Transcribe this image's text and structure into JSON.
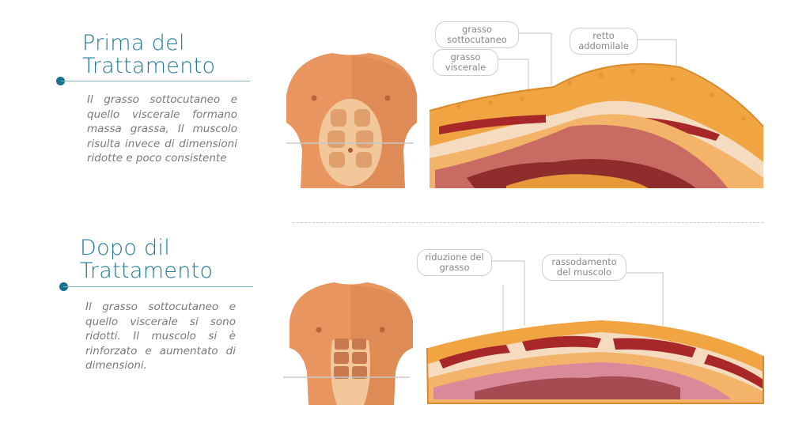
{
  "before": {
    "title_line1": "Prima del",
    "title_line2": "Trattamento",
    "description": "Il grasso sottocutaneo e quello viscerale formano massa grassa, Il muscolo risulta invece di dimensioni ridotte e poco consistente",
    "labels": {
      "subcutaneous": "grasso sottocutaneo",
      "visceral": "grasso viscerale",
      "rectus": "retto addomilale"
    }
  },
  "after": {
    "title_line1": "Dopo dil",
    "title_line2": "Trattamento",
    "description": "Il grasso sottocutaneo e quello viscerale si sono ridotti. Il muscolo si è rinforzato e aumentato di dimensioni.",
    "labels": {
      "fat_reduction": "riduzione del grasso",
      "muscle_firming": "rassodamento del muscolo"
    }
  },
  "colors": {
    "accent": "#1f7a99",
    "fat": "#f0a542",
    "muscle": "#a8282a",
    "skin": "#e8955f"
  }
}
